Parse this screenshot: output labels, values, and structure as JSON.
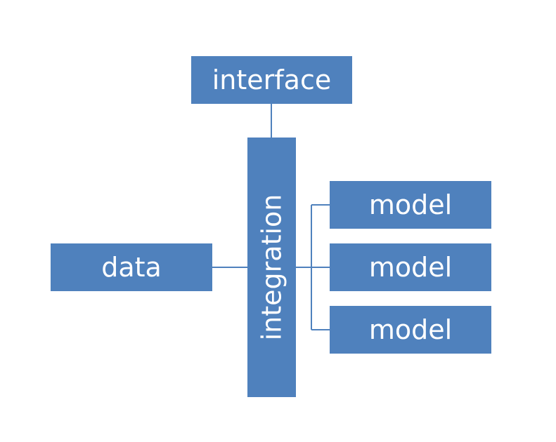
{
  "colors": {
    "box_fill": "#4f81bd",
    "connector": "#4f81bd",
    "text": "#ffffff",
    "background": "#ffffff"
  },
  "nodes": {
    "interface": "interface",
    "integration": "integration",
    "data": "data",
    "models": [
      "model",
      "model",
      "model"
    ]
  }
}
